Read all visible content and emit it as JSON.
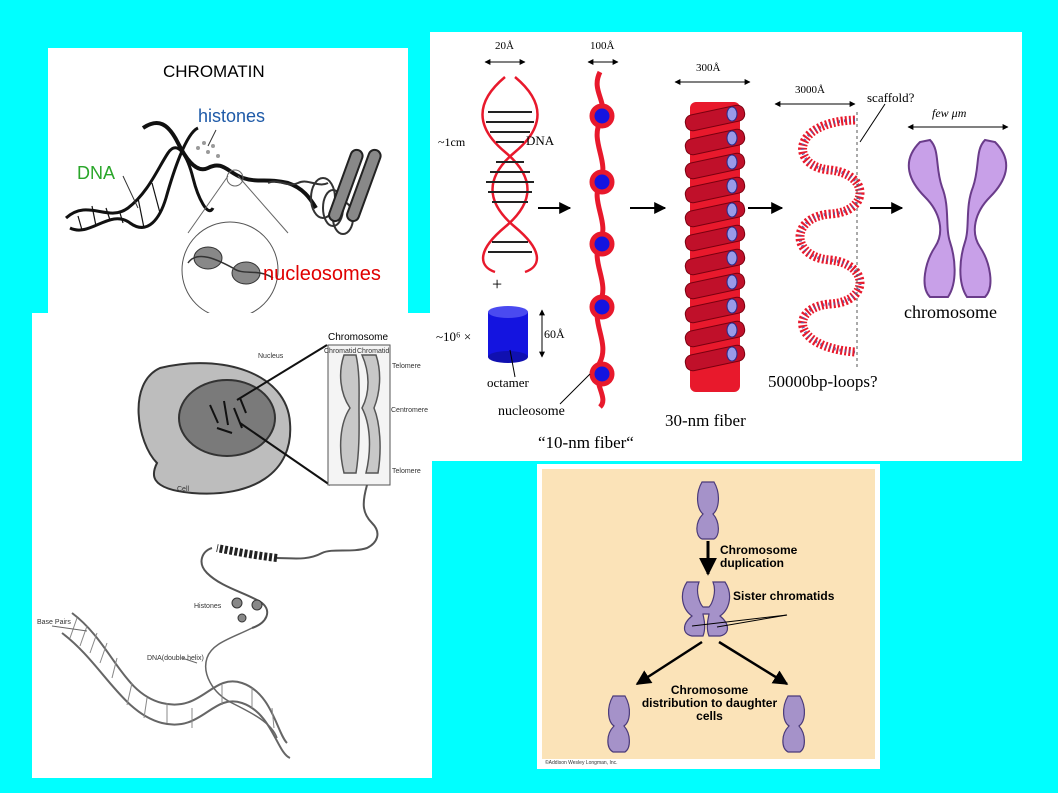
{
  "colors": {
    "background": "#00FFFF",
    "panel": "#FFFFFF",
    "dna_green": "#2AA62A",
    "histones_blue": "#1E5AA8",
    "nucleosomes_red": "#E00000",
    "fiber_red": "#E8192C",
    "nucleosome_blue": "#1414E0",
    "chromosome_purple": "#C8A0E8",
    "duplication_bg": "#FBE3B8",
    "mitotic_chromosome": "#A592C9"
  },
  "chromatin_panel": {
    "title": "CHROMATIN",
    "histones": "histones",
    "dna": "DNA",
    "nucleosomes": "nucleosomes"
  },
  "compaction_panel": {
    "dim_20a": "20Å",
    "dim_100a": "100Å",
    "dim_300a": "300Å",
    "dim_3000a": "3000Å",
    "scaffold": "scaffold?",
    "few_um": "few μm",
    "dna_length": "~1cm",
    "dna": "DNA",
    "plus": "+",
    "octamer_count": "~10⁶ ×",
    "dim_60a": "60Å",
    "octamer": "octamer",
    "nucleosome": "nucleosome",
    "fiber_10nm": "“10-nm fiber“",
    "fiber_30nm": "30-nm fiber",
    "loops": "50000bp-loops?",
    "chromosome": "chromosome"
  },
  "cell_panel": {
    "chromosome_title": "Chromosome",
    "nucleus": "Nucleus",
    "chromatid_left": "Chromatid",
    "chromatid_right": "Chromatid",
    "telomere_top": "Telomere",
    "centromere": "Centromere",
    "telomere_bottom": "Telomere",
    "cell": "Cell",
    "histones": "Histones",
    "base_pairs": "Base Pairs",
    "double_helix": "DNA(double helix)"
  },
  "duplication_panel": {
    "step1": "Chromosome duplication",
    "step2": "Sister chromatids",
    "step3": "Chromosome distribution to daughter cells",
    "copyright": "©Addison Wesley Longman, Inc."
  }
}
